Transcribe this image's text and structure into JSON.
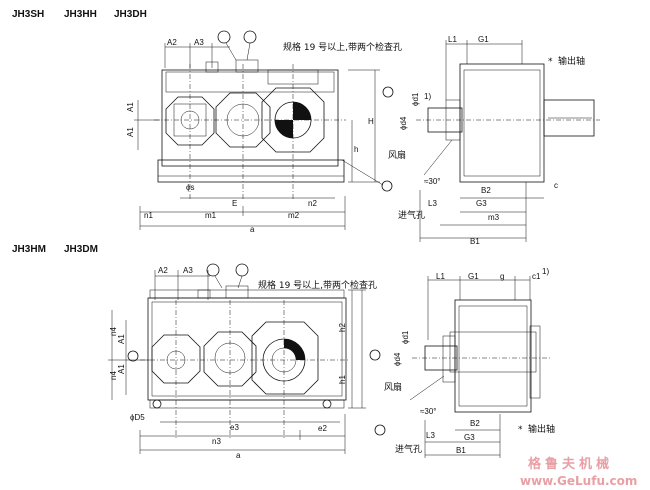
{
  "top": {
    "models": [
      "JH3SH",
      "JH3HH",
      "JH3DH"
    ],
    "note": "规格 19 号以上,带两个检查孔",
    "output_shaft": "输出轴",
    "asterisk": "*",
    "fan": "风扇",
    "air_inlet": "进气孔",
    "angle": "≈30°",
    "dims": {
      "A2": "A2",
      "A3": "A3",
      "A1a": "A1",
      "A1b": "A1",
      "H": "H",
      "h": "h",
      "phi_s": "ϕs",
      "E": "E",
      "n2": "n2",
      "n1": "n1",
      "m1": "m1",
      "m2": "m2",
      "a": "a",
      "L1": "L1",
      "G1": "G1",
      "d1": "ϕd1",
      "d4": "ϕd4",
      "sup1": "1)",
      "B2": "B2",
      "c": "c",
      "L3": "L3",
      "G3": "G3",
      "m3": "m3",
      "B1": "B1"
    }
  },
  "bottom": {
    "models": [
      "JH3HM",
      "JH3DM"
    ],
    "note": "规格 19 号以上,带两个检查孔",
    "output_shaft": "输出轴",
    "asterisk": "*",
    "fan": "风扇",
    "air_inlet": "进气孔",
    "angle": "≈30°",
    "dims": {
      "A2": "A2",
      "A3": "A3",
      "n4a": "n4",
      "n4b": "n4",
      "A1a": "A1",
      "A1b": "A1",
      "h2": "h2",
      "h1": "h1",
      "D5": "ϕD5",
      "e3": "e3",
      "n3": "n3",
      "e2": "e2",
      "a": "a",
      "L1": "L1",
      "G1": "G1",
      "g": "g",
      "c1": "c1",
      "sup": "1)",
      "d1": "ϕd1",
      "d4": "ϕd4",
      "B2": "B2",
      "L3": "L3",
      "G3": "G3",
      "B1": "B1"
    }
  },
  "watermark": {
    "chinese": "格鲁夫机械",
    "url": "www.GeLufu.com"
  }
}
